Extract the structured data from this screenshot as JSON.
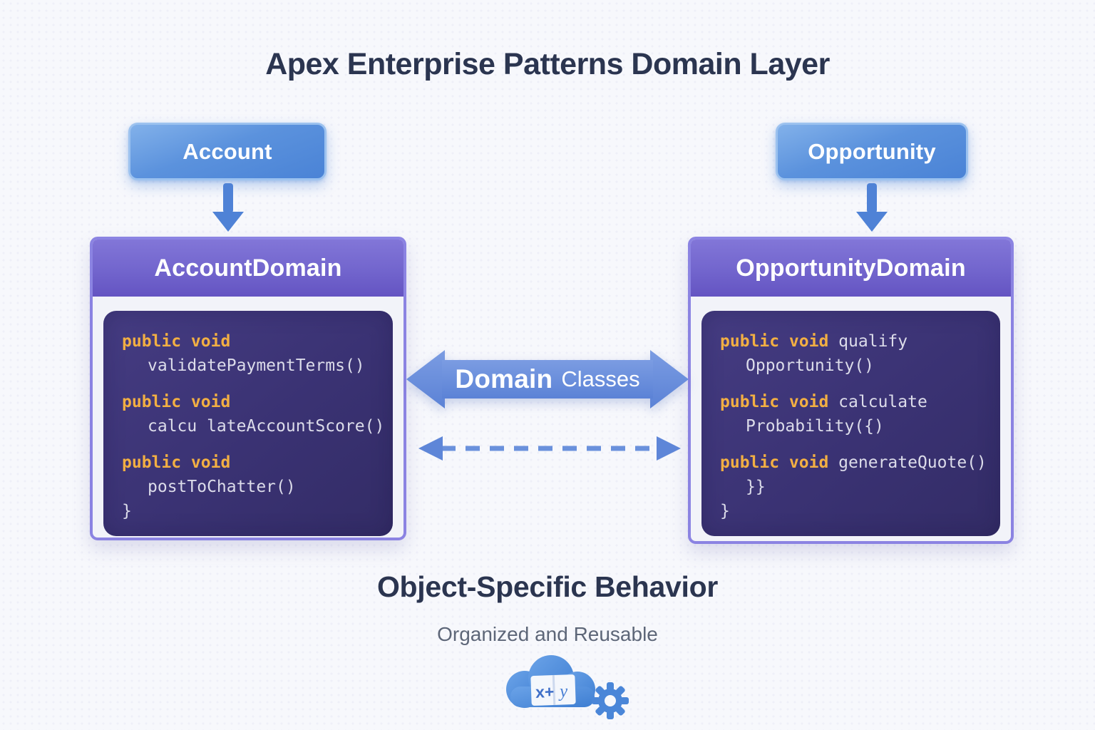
{
  "title": "Apex Enterprise Patterns Domain Layer",
  "left": {
    "entity": "Account",
    "domain": "AccountDomain",
    "code": [
      {
        "k": "public void",
        "r": ""
      },
      {
        "k": "",
        "r": "validatePaymentTerms()"
      },
      {
        "k": "public void",
        "r": ""
      },
      {
        "k": "",
        "r": "calcu lateAccountScore()"
      },
      {
        "k": "public void",
        "r": ""
      },
      {
        "k": "",
        "r": "postToChatter()"
      },
      {
        "k": "",
        "r": "}"
      }
    ]
  },
  "right": {
    "entity": "Opportunity",
    "domain": "OpportunityDomain",
    "code": [
      {
        "k": "public void",
        "r": " qualify"
      },
      {
        "k": "",
        "r": "Opportunity()"
      },
      {
        "k": "public void",
        "r": " calculate"
      },
      {
        "k": "",
        "r": "Probability({)"
      },
      {
        "k": "public void",
        "r": " generateQuote()"
      },
      {
        "k": "",
        "r": "}}"
      },
      {
        "k": "",
        "r": "}"
      }
    ]
  },
  "connector": {
    "label_bold": "Domain",
    "label_regular": "Classes"
  },
  "footer": {
    "heading": "Object-Specific Behavior",
    "subheading": "Organized and Reusable",
    "icon_text_left": "x+",
    "icon_text_right": "y"
  },
  "colors": {
    "accent_blue": "#4a83d6",
    "accent_purple": "#6f62cc",
    "code_background": "#3a3273",
    "keyword_orange": "#f2af43",
    "heading_navy": "#2b3550",
    "subheading_gray": "#5d6678"
  }
}
